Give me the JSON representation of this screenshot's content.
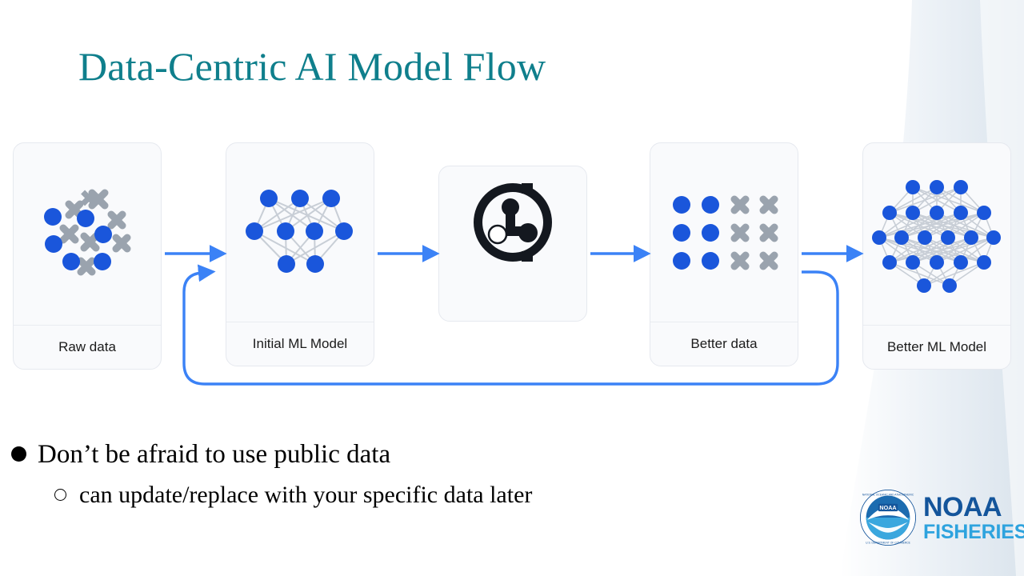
{
  "slide": {
    "title": "Data-Centric AI Model Flow",
    "title_color": "#0F7F8C",
    "background": "#ffffff"
  },
  "diagram": {
    "accent_blue": "#3B82F6",
    "node_blue": "#1A56DB",
    "x_gray": "#9AA3AE",
    "card_bg": "#F9FAFC",
    "card_border": "#E6E9EF",
    "steps": [
      {
        "id": "raw-data",
        "label": "Raw data",
        "icon": "scatter-unlabeled-data-icon"
      },
      {
        "id": "initial-ml-model",
        "label": "Initial ML Model",
        "icon": "small-neural-network-icon"
      },
      {
        "id": "labeling-tool",
        "label": "",
        "icon": "label-studio-logo-icon"
      },
      {
        "id": "better-data",
        "label": "Better data",
        "icon": "organized-labeled-data-grid-icon"
      },
      {
        "id": "better-ml-model",
        "label": "Better ML Model",
        "icon": "large-neural-network-icon"
      }
    ],
    "connectors": [
      {
        "id": "raw-to-initial",
        "type": "straight-arrow"
      },
      {
        "id": "initial-to-tool",
        "type": "straight-arrow"
      },
      {
        "id": "tool-to-better-data",
        "type": "straight-arrow"
      },
      {
        "id": "better-data-to-better-model",
        "type": "straight-arrow"
      },
      {
        "id": "feedback-loop",
        "type": "curved-loop-arrow"
      }
    ]
  },
  "bullets": {
    "level1": "Don’t be afraid to use public data",
    "level2": "can update/replace with your specific data later",
    "marker_level1": "filled-bullet",
    "marker_level2": "hollow-bullet"
  },
  "logo": {
    "seal_alt": "noaa-seal-icon",
    "seal_text": "NOAA",
    "primary": "NOAA",
    "secondary": "FISHERIES",
    "primary_color": "#14559B",
    "secondary_color": "#2EA3DE"
  }
}
